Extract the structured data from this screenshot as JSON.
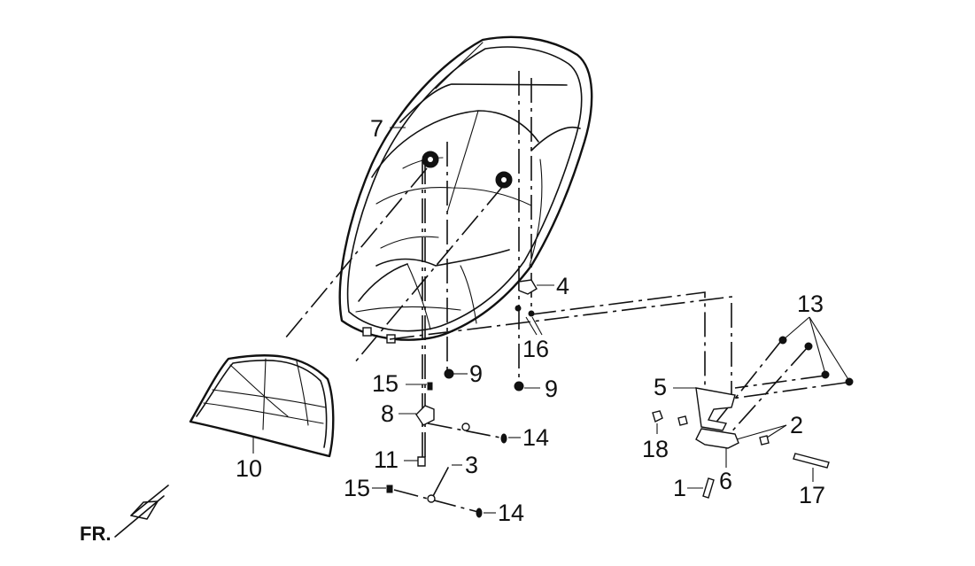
{
  "colors": {
    "ink": "#111111",
    "background": "#ffffff"
  },
  "direction_label": "FR.",
  "callouts": {
    "c1": "1",
    "c2": "2",
    "c3": "3",
    "c4": "4",
    "c5": "5",
    "c6": "6",
    "c7": "7",
    "c8": "8",
    "c9a": "9",
    "c9b": "9",
    "c10": "10",
    "c11": "11",
    "c13": "13",
    "c14a": "14",
    "c14b": "14",
    "c15a": "15",
    "c15b": "15",
    "c16": "16",
    "c17": "17",
    "c18": "18"
  }
}
